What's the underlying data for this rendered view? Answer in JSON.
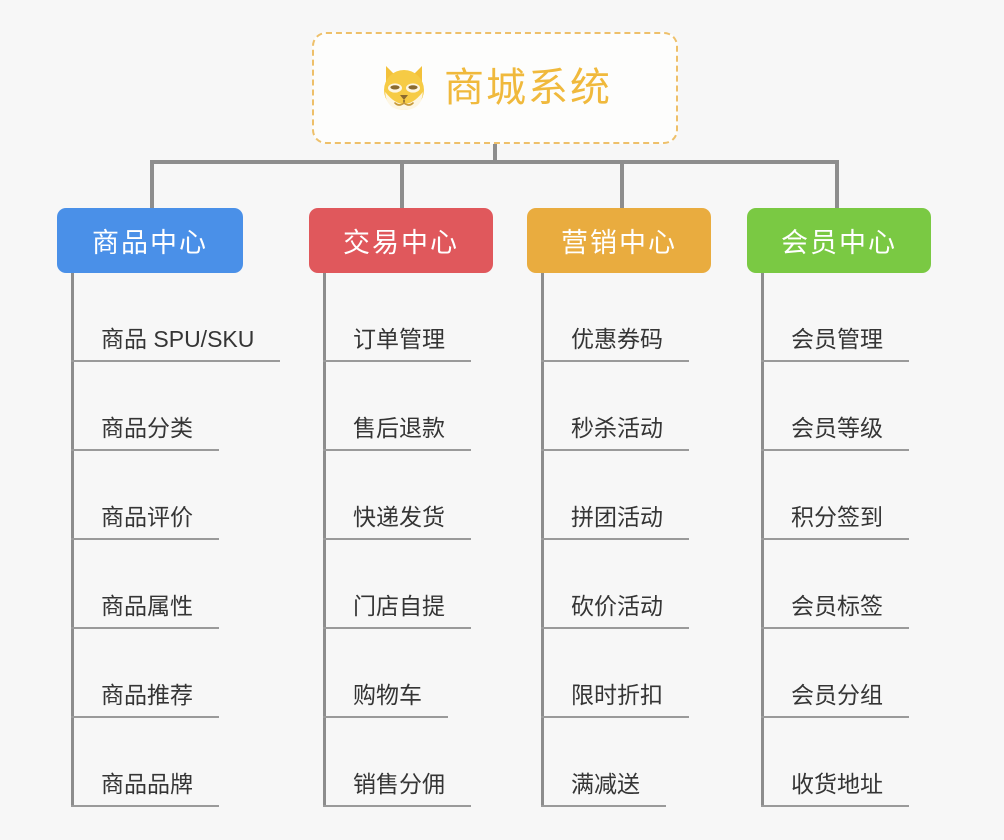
{
  "page": {
    "background": "#f7f7f7",
    "title": "商城系统"
  },
  "root": {
    "label": "商城系统",
    "icon": "shiba-dog-face-icon",
    "color": "#f0b93c",
    "border_color": "#eec06a"
  },
  "columns": [
    {
      "id": "product-center",
      "label": "商品中心",
      "color": "#4a90e8",
      "items": [
        "商品 SPU/SKU",
        "商品分类",
        "商品评价",
        "商品属性",
        "商品推荐",
        "商品品牌"
      ]
    },
    {
      "id": "trade-center",
      "label": "交易中心",
      "color": "#e0585c",
      "items": [
        "订单管理",
        "售后退款",
        "快递发货",
        "门店自提",
        "购物车",
        "销售分佣"
      ]
    },
    {
      "id": "marketing-center",
      "label": "营销中心",
      "color": "#e9ac3f",
      "items": [
        "优惠券码",
        "秒杀活动",
        "拼团活动",
        "砍价活动",
        "限时折扣",
        "满减送"
      ]
    },
    {
      "id": "member-center",
      "label": "会员中心",
      "color": "#7ac943",
      "items": [
        "会员管理",
        "会员等级",
        "积分签到",
        "会员标签",
        "会员分组",
        "收货地址"
      ]
    }
  ],
  "chart_data": {
    "type": "diagram",
    "diagram_type": "tree-mindmap",
    "title": "商城系统",
    "root": "商城系统",
    "branches": [
      {
        "name": "商品中心",
        "children": [
          "商品 SPU/SKU",
          "商品分类",
          "商品评价",
          "商品属性",
          "商品推荐",
          "商品品牌"
        ]
      },
      {
        "name": "交易中心",
        "children": [
          "订单管理",
          "售后退款",
          "快递发货",
          "门店自提",
          "购物车",
          "销售分佣"
        ]
      },
      {
        "name": "营销中心",
        "children": [
          "优惠券码",
          "秒杀活动",
          "拼团活动",
          "砍价活动",
          "限时折扣",
          "满减送"
        ]
      },
      {
        "name": "会员中心",
        "children": [
          "会员管理",
          "会员等级",
          "积分签到",
          "会员标签",
          "会员分组",
          "收货地址"
        ]
      }
    ]
  }
}
